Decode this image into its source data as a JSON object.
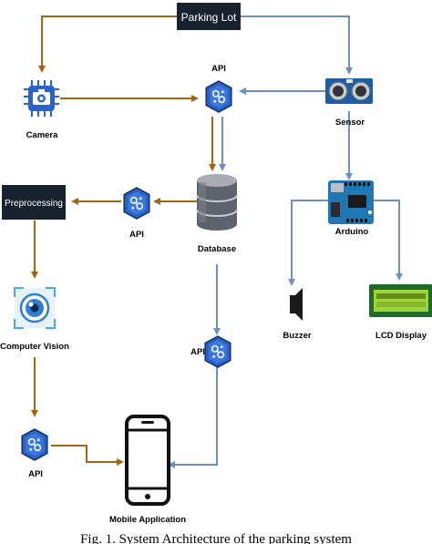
{
  "nodes": {
    "parking_lot": "Parking Lot",
    "camera": "Camera",
    "api_top": "API",
    "sensor": "Sensor",
    "database": "Database",
    "preprocessing": "Preprocessing",
    "api_left": "API",
    "arduino": "Arduino",
    "computer_vision": "Computer Vision",
    "api_mid": "API",
    "buzzer": "Buzzer",
    "lcd_display": "LCD Display",
    "api_bottom": "API",
    "mobile_application": "Mobile Application"
  },
  "caption": "Fig. 1. System Architecture of the parking system",
  "colors": {
    "orange_arrow": "#a46414",
    "blue_arrow": "#6f8fc2",
    "dark_box": "#18222e",
    "api_icon": "#2a62c9"
  },
  "icons": {
    "camera": "camera-chip-icon",
    "api": "api-hexagon-icon",
    "sensor": "ultrasonic-sensor-icon",
    "database": "database-cylinder-icon",
    "arduino": "arduino-board-icon",
    "computer_vision": "eye-icon",
    "buzzer": "speaker-icon",
    "lcd": "lcd-display-icon",
    "mobile": "smartphone-icon"
  }
}
